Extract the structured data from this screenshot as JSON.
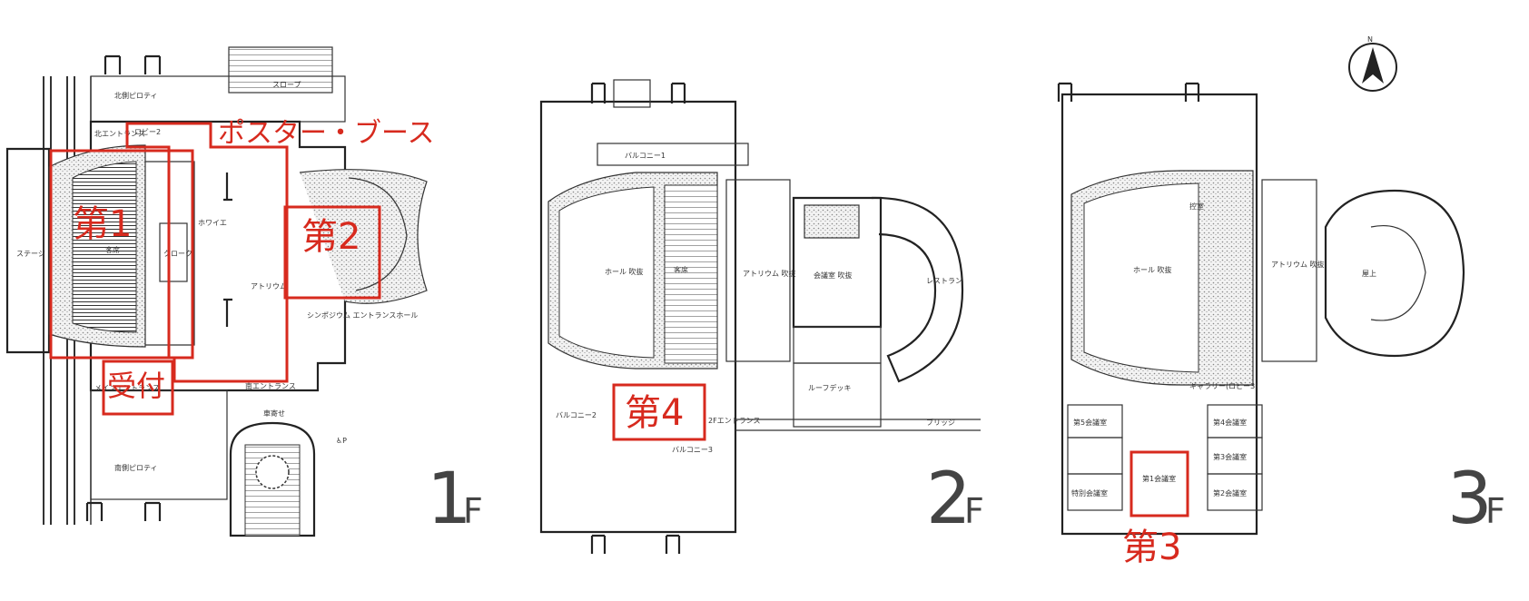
{
  "colors": {
    "highlight": "#d72a1e",
    "linework": "#222222"
  },
  "compass": {
    "label": "N",
    "icon": "north-arrow-icon"
  },
  "floors": [
    {
      "id": "1F",
      "floor_label": "1",
      "floor_suffix": "F",
      "room_labels": {
        "slope": "スロープ",
        "pilotis_north": "北側ピロティ",
        "north_entrance": "北エントランス",
        "lobby2": "ロビー2",
        "stage": "ステージ",
        "seats": "客席",
        "foyer": "ホワイエ",
        "cloak": "クローク",
        "atrium": "アトリウム",
        "symposium": "シンポジウム エントランスホール",
        "main_entrance": "メインエントランス",
        "south_entrance": "南エントランス",
        "pilotis_south": "南側ピロティ",
        "dropoff": "車寄せ"
      },
      "highlights": {
        "poster": "ポスター・ブース",
        "room1": "第1",
        "room2": "第2",
        "reception": "受付"
      }
    },
    {
      "id": "2F",
      "floor_label": "2",
      "floor_suffix": "F",
      "room_labels": {
        "balcony1": "バルコニー1",
        "balcony2": "バルコニー2",
        "balcony3": "バルコニー3",
        "hall": "ホール 吹抜",
        "seats": "客席",
        "atrium": "アトリウム 吹抜",
        "conference": "会議室 吹抜",
        "restaurant": "レストラン",
        "roof_deck": "ルーフデッキ",
        "bridge": "ブリッジ",
        "entrance_2f": "2Fエントランス"
      },
      "highlights": {
        "room4": "第4"
      }
    },
    {
      "id": "3F",
      "floor_label": "3",
      "floor_suffix": "F",
      "room_labels": {
        "hall": "ホール 吹抜",
        "atrium": "アトリウム 吹抜",
        "gallery": "ギャラリー(ロビー3)",
        "room5": "第5会議室",
        "room4": "第4会議室",
        "room3": "第3会議室",
        "room2": "第2会議室",
        "room1": "第1会議室",
        "special": "特別会議室",
        "control": "控室",
        "rooftop": "屋上"
      },
      "highlights": {
        "room3": "第3"
      }
    }
  ]
}
